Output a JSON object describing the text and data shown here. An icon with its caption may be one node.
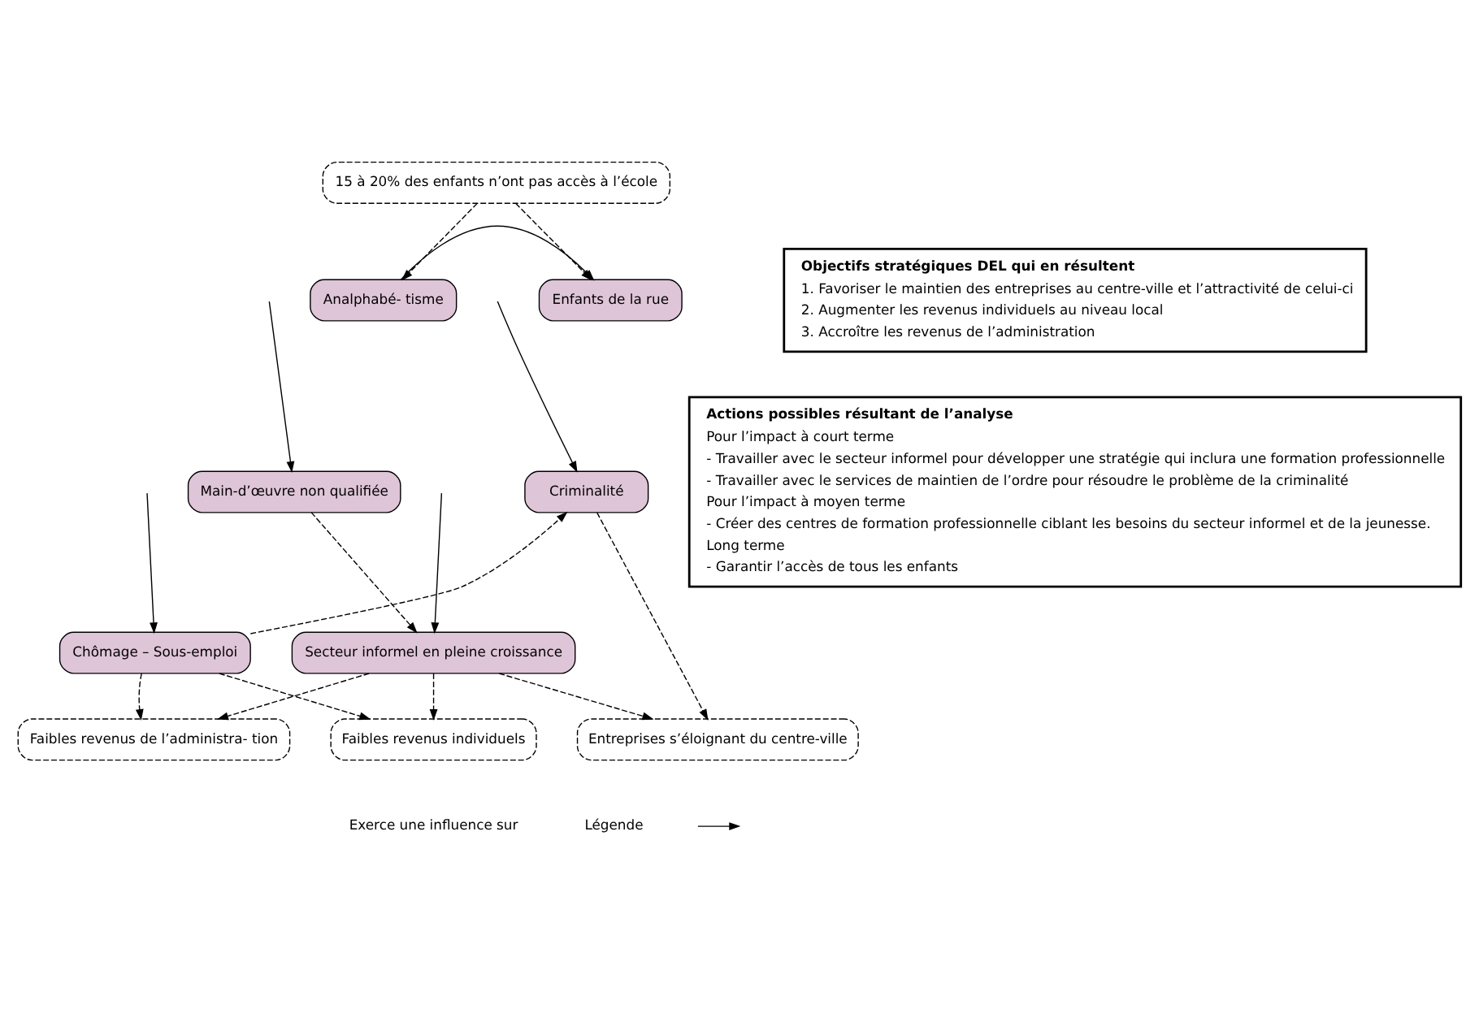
{
  "diagram": {
    "nodes": [
      {
        "text": [
          "15 à 20% des enfants n’ont pas accès à l’école"
        ]
      },
      {
        "text": [
          "Analphabé- tisme"
        ]
      },
      {
        "text": [
          "Enfants de la rue"
        ]
      },
      {
        "text": [
          "Main-d’œuvre non qualifiée"
        ]
      },
      {
        "text": [
          "Criminalité"
        ]
      },
      {
        "text": [
          "Chômage – Sous-emploi"
        ]
      },
      {
        "text": [
          "Secteur informel en pleine croissance"
        ]
      },
      {
        "text": [
          "Faibles revenus de l’administra- tion"
        ]
      },
      {
        "text": [
          "Faibles revenus individuels"
        ]
      },
      {
        "text": [
          "Entreprises s’éloignant du centre-ville"
        ]
      },
      {
        "text": [
          "Objectifs stratégiques DEL qui en résultent",
          "1. Favoriser le maintien des entreprises au centre-ville et l’attractivité de celui-ci",
          "2. Augmenter les revenus individuels au niveau local",
          "3. Accroître les revenus de l’administration"
        ]
      },
      {
        "text": [
          "Actions possibles résultant de l’analyse",
          "Pour l’impact à court terme",
          "- Travailler avec le secteur informel pour développer une stratégie qui inclura une formation professionnelle",
          "- Travailler avec le services de maintien de l’ordre pour résoudre le problème de la criminalité",
          "Pour l’impact à moyen terme",
          "- Créer des centres de formation professionnelle ciblant les besoins du secteur informel et de la jeunesse.",
          "Long terme",
          "- Garantir l’accès de tous les enfants"
        ]
      }
    ],
    "edges": [
      {
        "from": 0,
        "to": 1,
        "arrow": "to",
        "style": "dashed"
      },
      {
        "from": 0,
        "to": 2,
        "arrow": "to",
        "style": "dashed"
      },
      {
        "from": 1,
        "to": 2,
        "arrow": "to"
      },
      {
        "from": null,
        "to": 3,
        "arrow": "to"
      },
      {
        "from": null,
        "to": 4,
        "arrow": "to"
      },
      {
        "from": null,
        "to": 5,
        "arrow": "to"
      },
      {
        "from": null,
        "to": 6,
        "arrow": "to"
      },
      {
        "from": 3,
        "to": 6,
        "arrow": "to",
        "style": "dashed"
      },
      {
        "from": 5,
        "to": 4,
        "arrow": "to",
        "style": "dashed"
      },
      {
        "from": 4,
        "to": 9,
        "arrow": "to",
        "style": "dashed"
      },
      {
        "from": 5,
        "to": 7,
        "arrow": "to",
        "style": "dashed"
      },
      {
        "from": 5,
        "to": 8,
        "arrow": "to",
        "style": "dashed"
      },
      {
        "from": 6,
        "to": 7,
        "arrow": "to",
        "style": "dashed"
      },
      {
        "from": 6,
        "to": 8,
        "arrow": "to",
        "style": "dashed"
      },
      {
        "from": 6,
        "to": 9,
        "arrow": "to",
        "style": "dashed"
      }
    ],
    "labels": [
      "Légende"
    ],
    "legend": [
      {
        "text": "Exerce une influence sur"
      }
    ]
  }
}
